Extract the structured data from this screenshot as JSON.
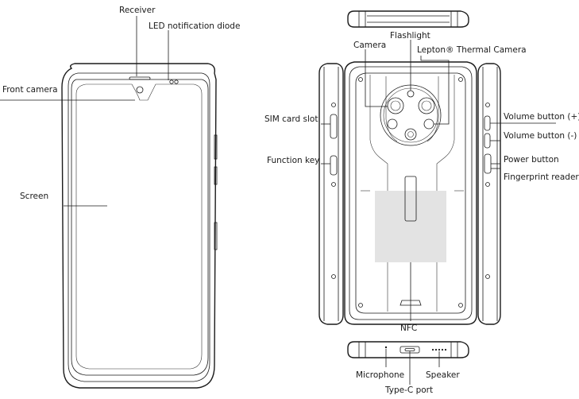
{
  "labels": {
    "receiver": "Receiver",
    "led": "LED notification diode",
    "front_camera": "Front camera",
    "screen": "Screen",
    "flashlight": "Flashlight",
    "camera": "Camera",
    "thermal_camera": "Lepton® Thermal Camera",
    "sim_card_slot": "SIM card slot",
    "function_key": "Function key",
    "volume_up": "Volume button (+)",
    "volume_down": "Volume button (-)",
    "power_button": "Power button",
    "fingerprint_reader": "Fingerprint reader",
    "nfc": "NFC",
    "microphone": "Microphone",
    "speaker": "Speaker",
    "type_c_port": "Type-C port"
  },
  "colors": {
    "line": "#1a1a1a",
    "nfc_area": "#e3e3e3",
    "background": "#ffffff"
  }
}
